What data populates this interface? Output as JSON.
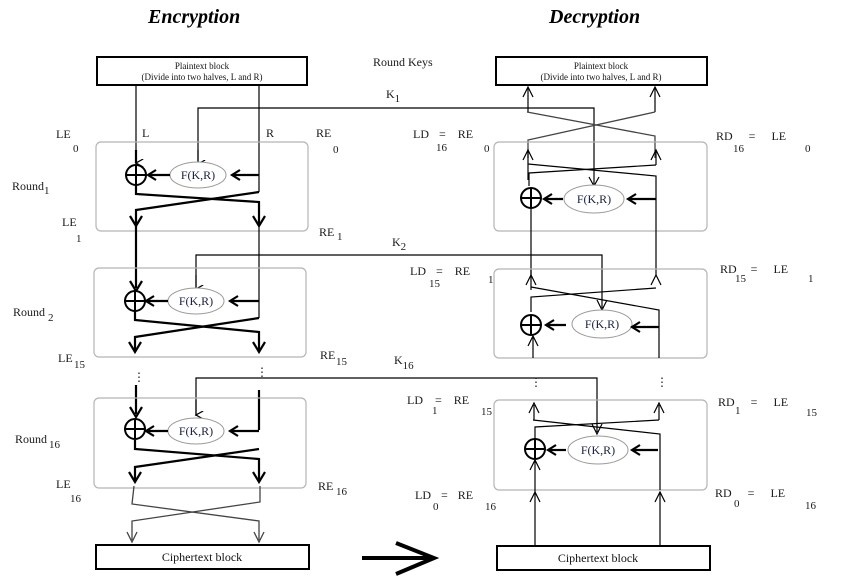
{
  "titles": {
    "encryption": "Encryption",
    "decryption": "Decryption"
  },
  "round_keys_label": "Round Keys",
  "plaintext_block": {
    "line1": "Plaintext block",
    "line2": "(Divide into two halves, L and R)"
  },
  "ciphertext_block": "Ciphertext block",
  "f_function": "F(K,R)",
  "halves": {
    "left": "L",
    "right": "R"
  },
  "keys": [
    {
      "base": "K",
      "sub": "1"
    },
    {
      "base": "K",
      "sub": "2"
    },
    {
      "base": "K",
      "sub": "16"
    }
  ],
  "encryption": {
    "rounds": [
      {
        "base": "Round",
        "sub": "1"
      },
      {
        "base": "Round",
        "sub": "2"
      },
      {
        "base": "Round",
        "sub": "16"
      }
    ],
    "left_labels": [
      {
        "base": "LE",
        "sub": "0"
      },
      {
        "base": "LE",
        "sub": "1"
      },
      {
        "base": "LE",
        "sub": "15"
      },
      {
        "base": "LE",
        "sub": "16"
      }
    ],
    "right_labels": [
      {
        "base": "RE",
        "sub": "0"
      },
      {
        "base": "RE",
        "sub": "1"
      },
      {
        "base": "RE",
        "sub": "15"
      },
      {
        "base": "RE",
        "sub": "16"
      }
    ]
  },
  "decryption": {
    "left_equations": [
      {
        "lhs": "LD",
        "lsub": "16",
        "eq": "=",
        "rhs": "RE",
        "rsub": "0"
      },
      {
        "lhs": "LD",
        "lsub": "15",
        "eq": "=",
        "rhs": "RE",
        "rsub": "1"
      },
      {
        "lhs": "LD",
        "lsub": "1",
        "eq": "=",
        "rhs": "RE",
        "rsub": "15"
      },
      {
        "lhs": "LD",
        "lsub": "0",
        "eq": "=",
        "rhs": "RE",
        "rsub": "16"
      }
    ],
    "right_equations": [
      {
        "lhs": "RD",
        "lsub": "16",
        "eq": "=",
        "rhs": "LE",
        "rsub": "0"
      },
      {
        "lhs": "RD",
        "lsub": "15",
        "eq": "=",
        "rhs": "LE",
        "rsub": "1"
      },
      {
        "lhs": "RD",
        "lsub": "1",
        "eq": "=",
        "rhs": "LE",
        "rsub": "15"
      },
      {
        "lhs": "RD",
        "lsub": "0",
        "eq": "=",
        "rhs": "LE",
        "rsub": "16"
      }
    ]
  },
  "ellipsis": "⋮"
}
